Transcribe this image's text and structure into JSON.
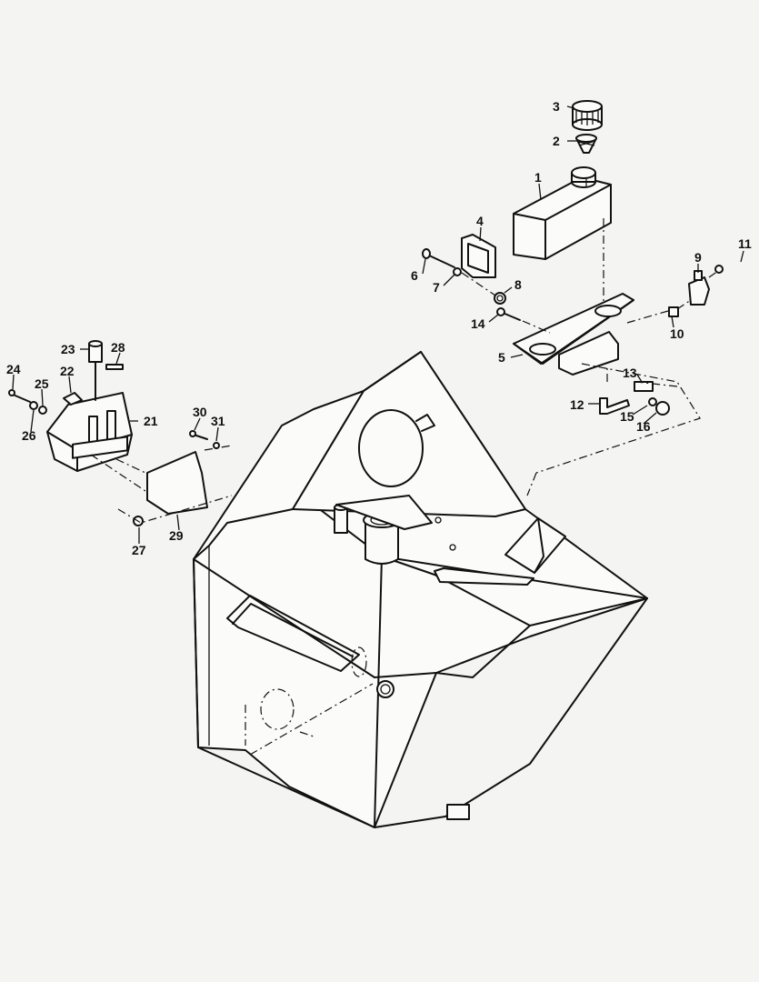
{
  "callouts": [
    {
      "id": "1",
      "label": "1"
    },
    {
      "id": "2",
      "label": "2"
    },
    {
      "id": "3",
      "label": "3"
    },
    {
      "id": "4",
      "label": "4"
    },
    {
      "id": "5",
      "label": "5"
    },
    {
      "id": "6",
      "label": "6"
    },
    {
      "id": "7",
      "label": "7"
    },
    {
      "id": "8",
      "label": "8"
    },
    {
      "id": "9",
      "label": "9"
    },
    {
      "id": "10",
      "label": "10"
    },
    {
      "id": "11",
      "label": "11"
    },
    {
      "id": "12",
      "label": "12"
    },
    {
      "id": "13",
      "label": "13"
    },
    {
      "id": "14",
      "label": "14"
    },
    {
      "id": "15",
      "label": "15"
    },
    {
      "id": "16",
      "label": "16"
    },
    {
      "id": "21",
      "label": "21"
    },
    {
      "id": "22",
      "label": "22"
    },
    {
      "id": "23",
      "label": "23"
    },
    {
      "id": "24",
      "label": "24"
    },
    {
      "id": "25",
      "label": "25"
    },
    {
      "id": "26",
      "label": "26"
    },
    {
      "id": "27",
      "label": "27"
    },
    {
      "id": "28",
      "label": "28"
    },
    {
      "id": "29",
      "label": "29"
    },
    {
      "id": "30",
      "label": "30"
    },
    {
      "id": "31",
      "label": "31"
    }
  ],
  "colors": {
    "ink": "#111111",
    "paper": "#f4f4f2"
  }
}
